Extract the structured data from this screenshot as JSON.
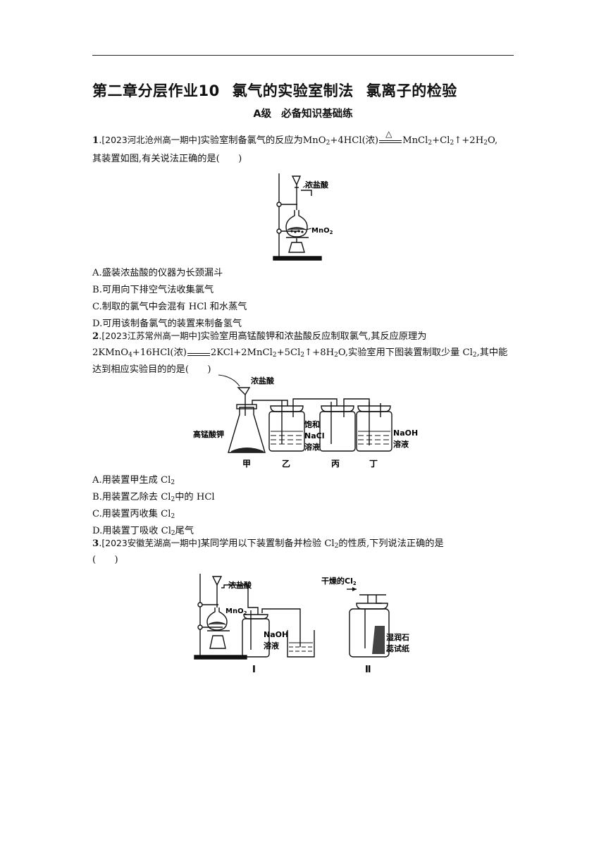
{
  "header": {
    "title_part1": "第二章分层作业10",
    "title_part2": "氯气的实验室制法",
    "title_part3": "氯离子的检验",
    "level_a": "A级",
    "level_b": "必备知识基础练"
  },
  "q1": {
    "num": "1",
    "source": "[2023河北沧州高一期中]",
    "text_a": "实验室制备氯气的反应为MnO",
    "text_b": "+4HCl(浓)",
    "text_c": "MnCl",
    "text_d": "+Cl",
    "text_e": "↑+2H",
    "text_f": "O,",
    "heat_symbol": "△",
    "line2": "其装置如图,有关说法正确的是(　　)",
    "fig_label_acid": "浓盐酸",
    "fig_label_mno2": "MnO",
    "options": [
      "A.盛装浓盐酸的仪器为长颈漏斗",
      "B.可用向下排空气法收集氯气",
      "C.制取的氯气中会混有 HCl 和水蒸气",
      "D.可用该制备氯气的装置来制备氢气"
    ]
  },
  "q2": {
    "num": "2",
    "source": "[2023江苏常州高一期中]",
    "text1": "实验室用高锰酸钾和浓盐酸反应制取氯气,其反应原理为",
    "eq_a": "2KMnO",
    "eq_b": "+16HCl(浓)",
    "eq_c": "2KCl+2MnCl",
    "eq_d": "+5Cl",
    "eq_e": "↑+8H",
    "eq_f": "O,实验室用下图装置制取少量 Cl",
    "eq_g": ",其中能",
    "line3": "达到相应实验目的的是(　　)",
    "fig": {
      "acid": "浓盐酸",
      "kmno4": "高锰酸钾",
      "nacl_1": "饱和",
      "nacl_2": "NaCl",
      "nacl_3": "溶液",
      "naoh_1": "NaOH",
      "naoh_2": "溶液",
      "jia": "甲",
      "yi": "乙",
      "bing": "丙",
      "ding": "丁"
    },
    "options": [
      {
        "pre": "A.用装置甲生成 Cl",
        "post": ""
      },
      {
        "pre": "B.用装置乙除去 Cl",
        "post": "中的 HCl"
      },
      {
        "pre": "C.用装置丙收集 Cl",
        "post": ""
      },
      {
        "pre": "D.用装置丁吸收 Cl",
        "post": "尾气"
      }
    ]
  },
  "q3": {
    "num": "3",
    "source": "[2023安徽芜湖高一期中]",
    "text1": "某同学用以下装置制备并检验 Cl",
    "text2": "的性质,下列说法正确的是",
    "line2": "(　　)",
    "fig": {
      "acid": "浓盐酸",
      "mno2": "MnO",
      "naoh_1": "NaOH",
      "naoh_2": "溶液",
      "dry_cl2": "干燥的Cl",
      "litmus_1": "湿润石",
      "litmus_2": "蕊试纸",
      "label_1": "Ⅰ",
      "label_2": "Ⅱ"
    }
  },
  "subscripts": {
    "two": "2",
    "four": "4"
  }
}
